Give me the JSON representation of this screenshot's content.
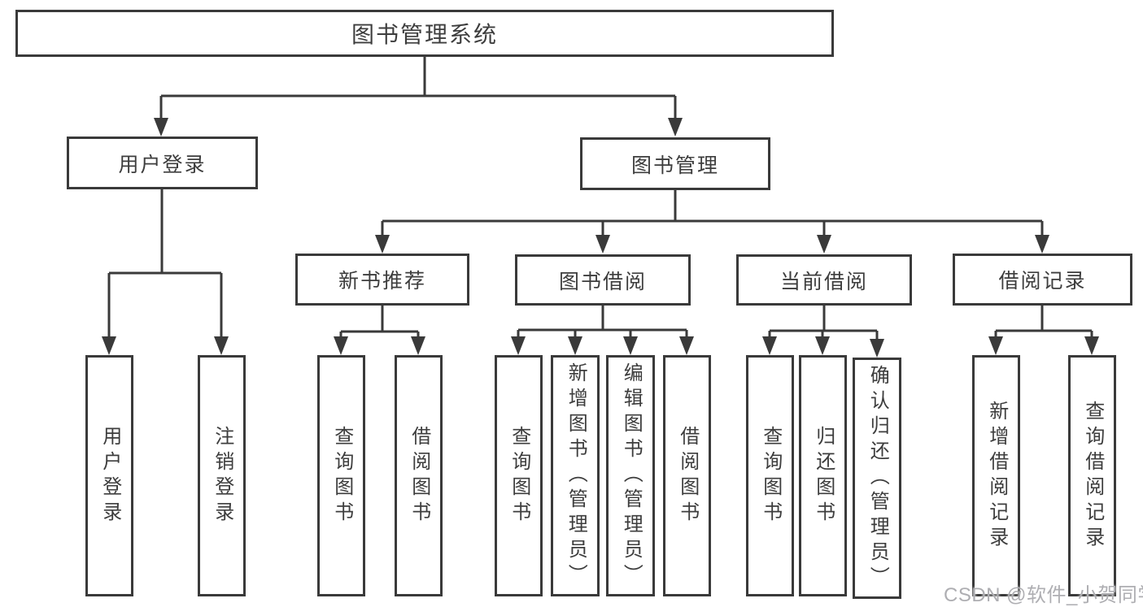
{
  "tree": {
    "root_label": "图书管理系统",
    "branches": [
      {
        "label": "用户登录",
        "leaves": [
          "用户登录",
          "注销登录"
        ]
      },
      {
        "label": "图书管理",
        "groups": [
          {
            "label": "新书推荐",
            "leaves": [
              "查询图书",
              "借阅图书"
            ]
          },
          {
            "label": "图书借阅",
            "leaves": [
              "查询图书",
              "新增图书（管理员）",
              "编辑图书（管理员）",
              "借阅图书"
            ]
          },
          {
            "label": "当前借阅",
            "leaves": [
              "查询图书",
              "归还图书",
              "确认归还（管理员）"
            ]
          },
          {
            "label": "借阅记录",
            "leaves": [
              "新增借阅记录",
              "查询借阅记录"
            ]
          }
        ]
      }
    ]
  },
  "watermark": {
    "text": "CSDN @软件_小贺同学"
  },
  "colors": {
    "line": "#3a3a3a",
    "text": "#3d3d3d",
    "background": "#ffffff",
    "watermark": "#aeaeb2"
  }
}
